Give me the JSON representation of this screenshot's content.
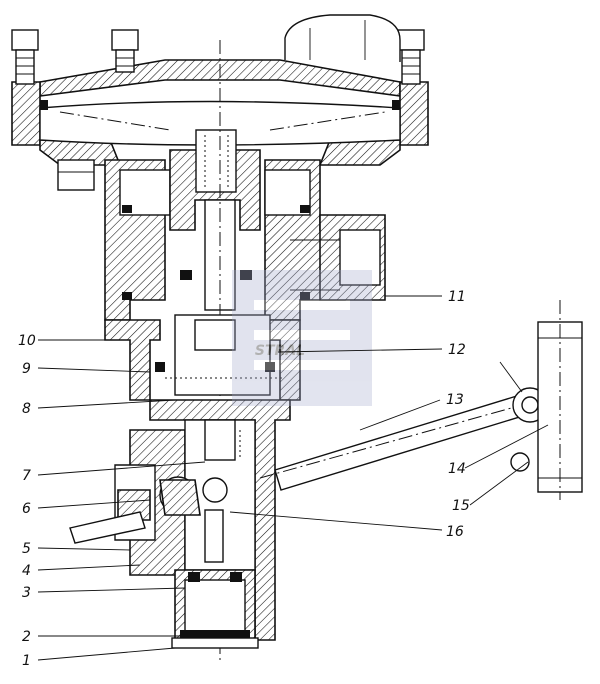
{
  "diagram": {
    "callouts": [
      "1",
      "2",
      "3",
      "4",
      "5",
      "6",
      "7",
      "8",
      "9",
      "10",
      "11",
      "12",
      "13",
      "14",
      "15",
      "16"
    ]
  },
  "watermark": {
    "text": "STRAL"
  }
}
